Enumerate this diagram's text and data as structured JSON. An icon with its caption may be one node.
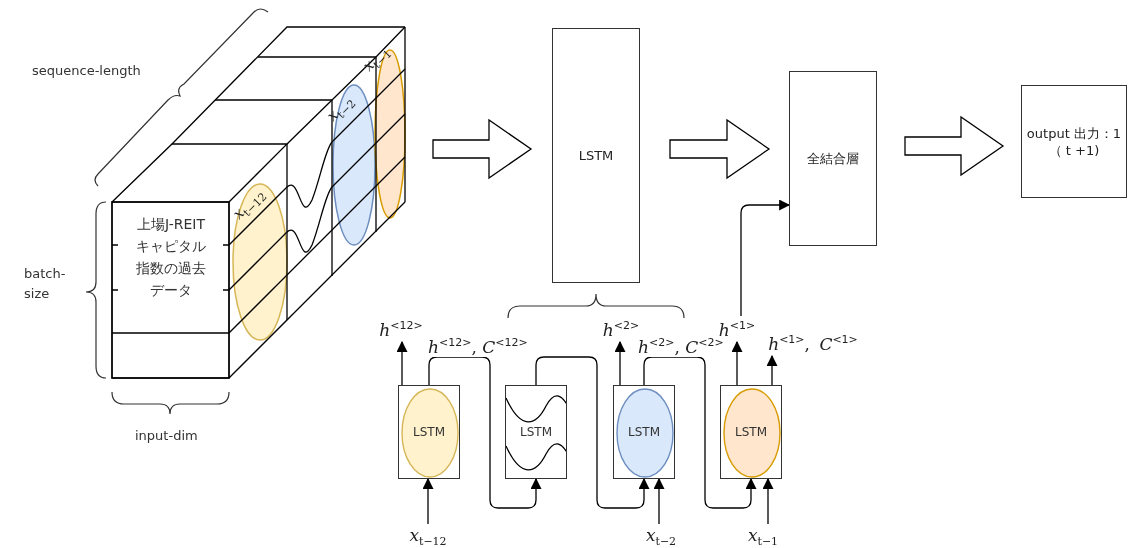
{
  "diagram": {
    "nodes": [
      {
        "text": [
          "上場J-REITキャピタル指数の過去データ"
        ]
      },
      {
        "text": [
          "LSTM"
        ]
      },
      {
        "text": [
          "全結合層"
        ]
      },
      {
        "text": [
          "output 出力：1 （ t +1)"
        ]
      },
      {
        "text": [
          "*h*$^{<12>}$"
        ]
      },
      {
        "text": [
          "*h*$^{<2>}$"
        ]
      },
      {
        "text": [
          "*h*$^{<1>}$"
        ]
      },
      {
        "text": [
          "*h*$^{<1>}$, *C*$^{<1>}$"
        ]
      },
      {
        "text": [
          "LSTM"
        ]
      },
      {
        "text": [
          "LSTM"
        ]
      },
      {
        "text": [
          "LSTM"
        ]
      },
      {
        "text": [
          "LSTM"
        ]
      },
      {
        "text": [
          "*x*$_{t−12}$"
        ]
      },
      {
        "text": [
          "*x*$_{t−2}$"
        ]
      },
      {
        "text": [
          "*x*$_{t−1}$"
        ]
      }
    ],
    "edges": [
      {
        "from": 0,
        "to": 1,
        "arrow": "to"
      },
      {
        "from": 1,
        "to": 2,
        "arrow": "to"
      },
      {
        "from": 2,
        "to": 3,
        "arrow": "to"
      },
      {
        "from": 8,
        "to": 9,
        "arrow": "to",
        "label": "*h*$^{<12>}$, *C*$^{<12>}$"
      },
      {
        "from": 9,
        "to": 10,
        "arrow": "to"
      },
      {
        "from": 10,
        "to": 11,
        "arrow": "to",
        "label": "*h*$^{<2>}$, *C*$^{<2>}$"
      },
      {
        "from": 8,
        "to": 4,
        "arrow": "to"
      },
      {
        "from": 10,
        "to": 5,
        "arrow": "to"
      },
      {
        "from": 11,
        "to": 6,
        "arrow": "to"
      },
      {
        "from": 6,
        "to": 2,
        "arrow": "to"
      },
      {
        "from": 11,
        "to": 7,
        "arrow": "to"
      },
      {
        "from": 12,
        "to": 8,
        "arrow": "to"
      },
      {
        "from": 13,
        "to": 10,
        "arrow": "to"
      },
      {
        "from": 14,
        "to": 11,
        "arrow": "to"
      }
    ],
    "labels": [
      "sequence-length",
      "batch-size",
      "input-dim",
      "*x*$_{t−12}$",
      "*x*$_{t−2}$",
      "*x*$_{t−1}$"
    ]
  }
}
